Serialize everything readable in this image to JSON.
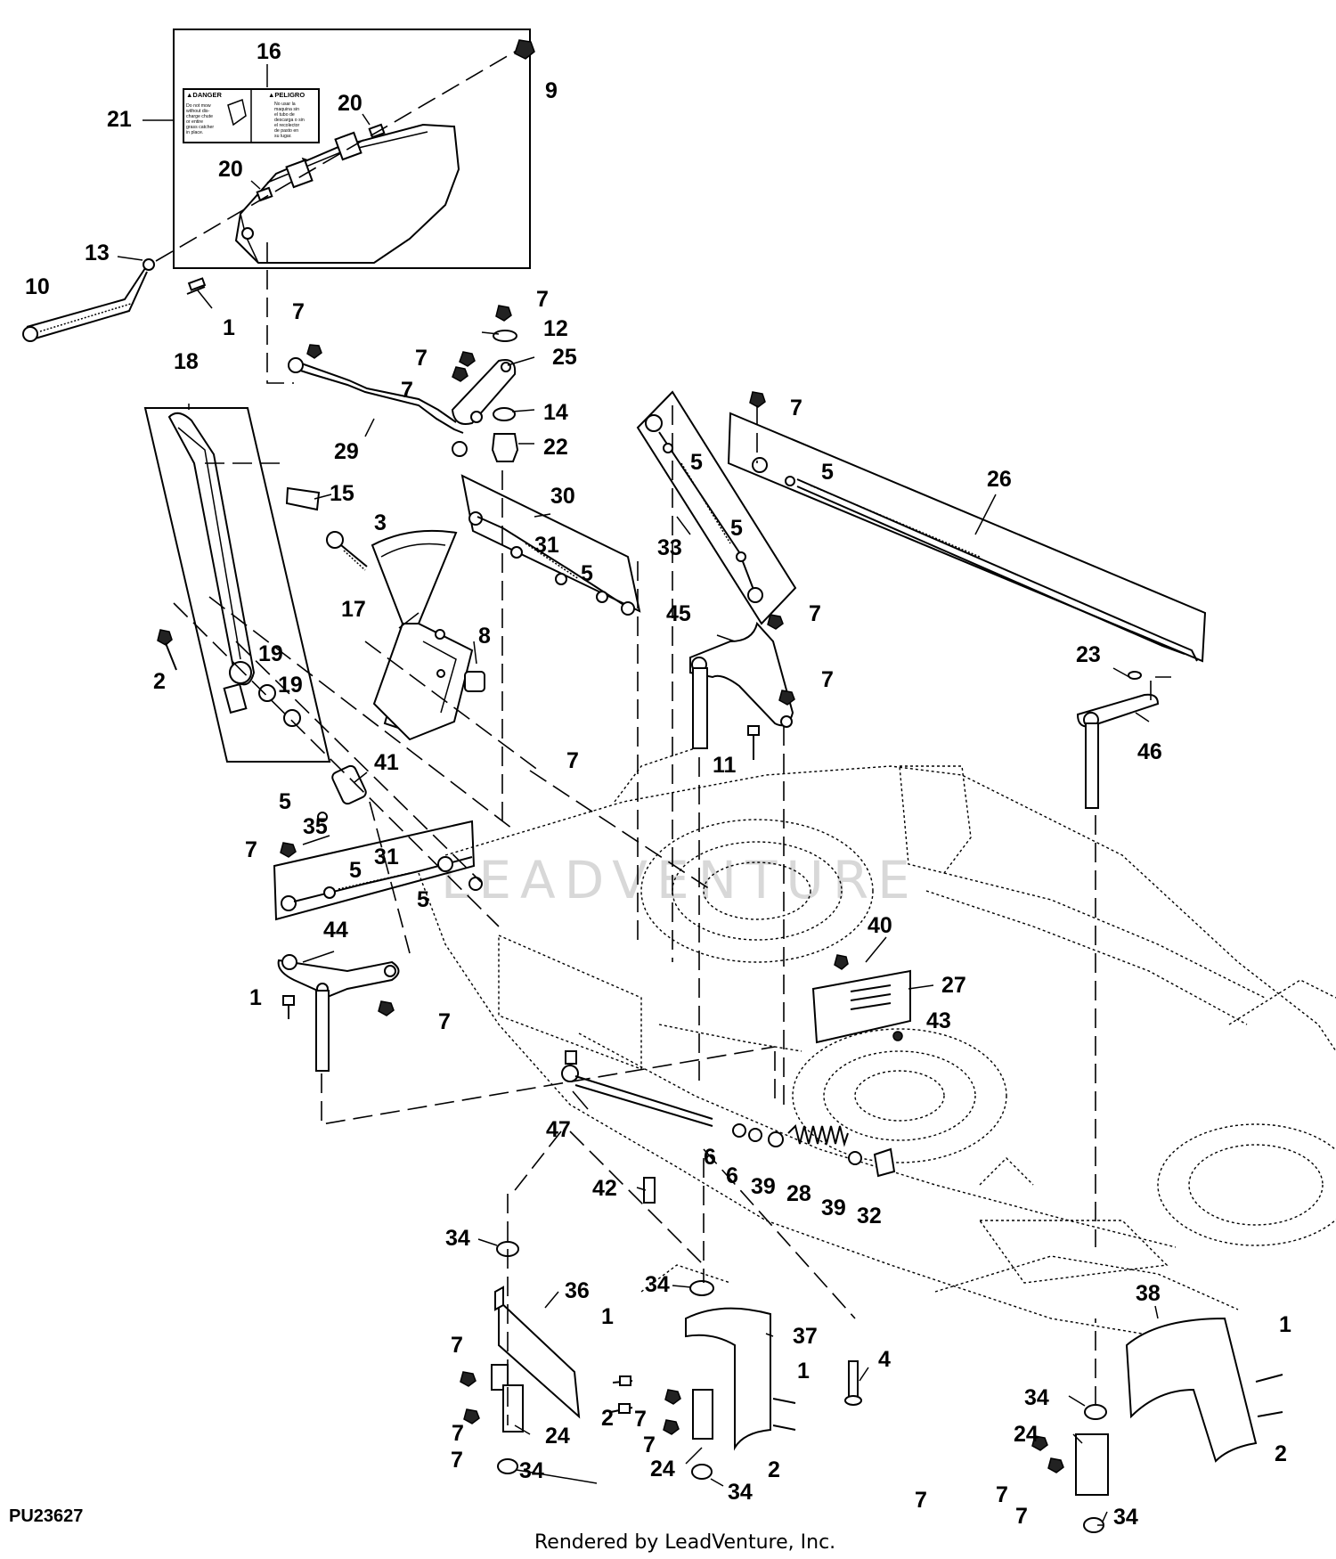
{
  "figure_ref": "PU23627",
  "credit": "Rendered by LeadVenture, Inc.",
  "watermark": "LEADVENTURE",
  "decal_text": {
    "danger_header": "▲DANGER",
    "peligro_header": "▲PELIGRO",
    "danger_body": [
      "Do not mow",
      "without dis-",
      "charge chute",
      "or entire",
      "grass catcher",
      "in place."
    ],
    "peligro_body": [
      "No usar la",
      "maquina sin",
      "el tubo de",
      "descarga o sin",
      "el recolector",
      "de pasto en",
      "su lugar."
    ]
  },
  "callouts": [
    "16",
    "9",
    "20",
    "21",
    "20",
    "13",
    "10",
    "1",
    "7",
    "7",
    "12",
    "7",
    "25",
    "14",
    "7",
    "22",
    "18",
    "29",
    "7",
    "5",
    "26",
    "15",
    "30",
    "3",
    "5",
    "31",
    "33",
    "5",
    "17",
    "5",
    "45",
    "8",
    "7",
    "19",
    "19",
    "2",
    "7",
    "23",
    "46",
    "11",
    "7",
    "41",
    "5",
    "7",
    "35",
    "31",
    "5",
    "5",
    "40",
    "44",
    "27",
    "1",
    "7",
    "43",
    "47",
    "6",
    "6",
    "39",
    "28",
    "39",
    "32",
    "42",
    "34",
    "34",
    "36",
    "1",
    "7",
    "2",
    "7",
    "24",
    "7",
    "34",
    "37",
    "4",
    "1",
    "7",
    "7",
    "2",
    "24",
    "34",
    "38",
    "1",
    "34",
    "24",
    "2",
    "7",
    "7",
    "34",
    "7"
  ]
}
